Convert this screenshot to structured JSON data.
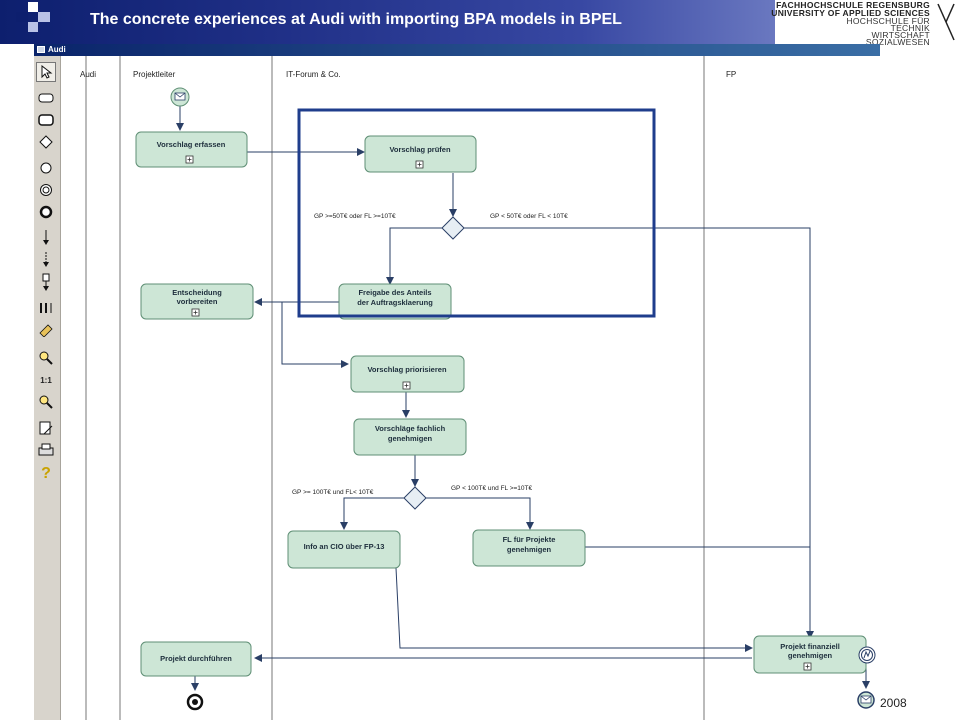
{
  "slide": {
    "title": "The concrete experiences at Audi with importing BPA models in BPEL",
    "footer_year": "2008"
  },
  "logo": {
    "lines": [
      "FACHHOCHSCHULE REGENSBURG",
      "UNIVERSITY OF APPLIED SCIENCES",
      "HOCHSCHULE FÜR",
      "TECHNIK",
      "WIRTSCHAFT",
      "SOZIALWESEN"
    ]
  },
  "window": {
    "title": "Audi"
  },
  "toolbox": {
    "tools": [
      "pointer-tool",
      "task-tool",
      "subprocess-tool",
      "gateway-tool",
      "start-event-tool",
      "intermediate-event-tool",
      "end-event-tool",
      "sequence-flow-tool",
      "message-flow-tool",
      "association-tool",
      "lane-tool",
      "annotation-tool",
      "zoom-in-tool",
      "zoom-reset-tool",
      "zoom-out-tool",
      "page-setup-tool",
      "print-tool",
      "help-tool"
    ],
    "zoom_label": "1:1"
  },
  "lanes": [
    "Audi",
    "Projektleiter",
    "IT-Forum & Co.",
    "FP"
  ],
  "tasks": [
    {
      "id": "t1",
      "label": [
        "Vorschlag erfassen"
      ]
    },
    {
      "id": "t2",
      "label": [
        "Vorschlag prüfen"
      ]
    },
    {
      "id": "t3",
      "label": [
        "Entscheidung",
        "vorbereiten"
      ]
    },
    {
      "id": "t4",
      "label": [
        "Freigabe des Anteils",
        "der Auftragsklaerung"
      ]
    },
    {
      "id": "t5",
      "label": [
        "Vorschlag priorisieren"
      ]
    },
    {
      "id": "t6",
      "label": [
        "Vorschläge fachlich",
        "genehmigen"
      ]
    },
    {
      "id": "t7",
      "label": [
        "Info an CIO über FP-13"
      ]
    },
    {
      "id": "t8",
      "label": [
        "FL für Projekte",
        "genehmigen"
      ]
    },
    {
      "id": "t9",
      "label": [
        "Projekt durchführen"
      ]
    },
    {
      "id": "t10",
      "label": [
        "Projekt finanziell",
        "genehmigen"
      ]
    }
  ],
  "conditions": {
    "g1_left": "GP >=50T€ oder FL >=10T€",
    "g1_right": "GP < 50T€ oder FL < 10T€",
    "g2_left": "GP >= 100T€ und FL< 10T€",
    "g2_right": "GP < 100T€ und FL >=10T€"
  },
  "colors": {
    "task_fill": "#cde6d6",
    "task_stroke": "#5f8f75",
    "highlight": "#1f3d8c",
    "flow": "#2a3f66"
  }
}
